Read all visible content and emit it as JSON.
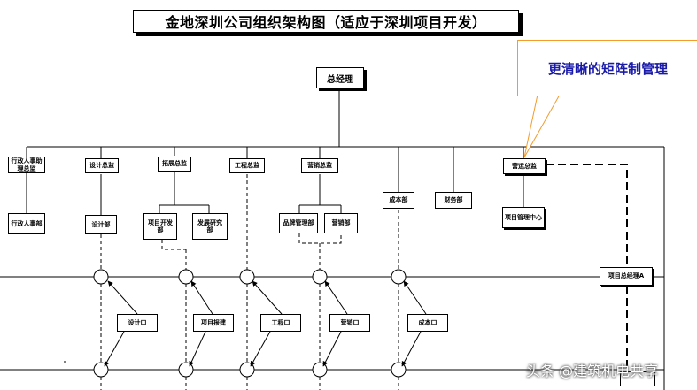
{
  "title": "金地深圳公司组织架构图（适应于深圳项目开发）",
  "callout": "更清晰的矩阵制管理",
  "general_manager": "总经理",
  "directors": {
    "admin_hr": "行政人事助理总监",
    "design": "设计总监",
    "expansion": "拓展总监",
    "engineering": "工程总监",
    "marketing": "营销总监",
    "cost": "成本部",
    "finance": "财务部",
    "operations": "营运总监"
  },
  "departments": {
    "admin_hr_dept": "行政人事部",
    "design_dept": "设计部",
    "project_dev_dept": "项目开发部",
    "dev_research_dept": "发展研究部",
    "brand_mgmt_dept": "品牌管理部",
    "marketing_dept": "营销部",
    "project_mgmt_center": "项目管理中心"
  },
  "project_row": {
    "project_manager": "项目总经理A",
    "interfaces": {
      "design": "设计口",
      "reporting": "项目报建",
      "engineering": "工程口",
      "marketing": "营销口",
      "cost": "成本口"
    }
  },
  "watermark": "头条 @建筑机电共享"
}
